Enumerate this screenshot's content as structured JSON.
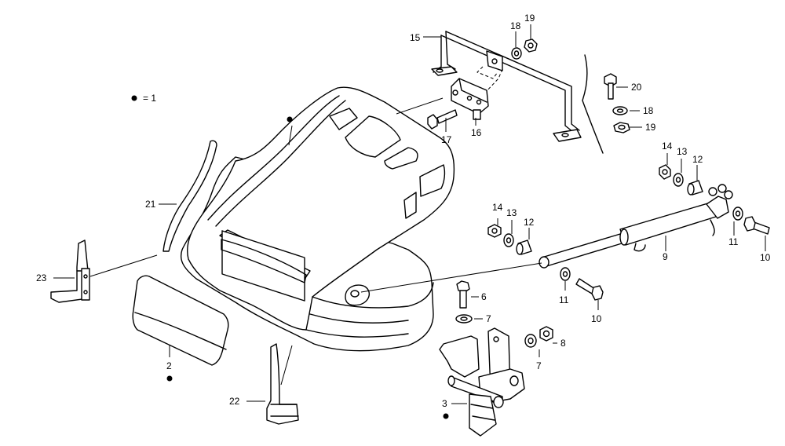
{
  "legend": {
    "marker": "●",
    "text": "= 1"
  },
  "callouts": [
    {
      "id": "2",
      "text": "2"
    },
    {
      "id": "3",
      "text": "3"
    },
    {
      "id": "6",
      "text": "6"
    },
    {
      "id": "7a",
      "text": "7"
    },
    {
      "id": "7b",
      "text": "7"
    },
    {
      "id": "8",
      "text": "8"
    },
    {
      "id": "9",
      "text": "9"
    },
    {
      "id": "10a",
      "text": "10"
    },
    {
      "id": "10b",
      "text": "10"
    },
    {
      "id": "11a",
      "text": "11"
    },
    {
      "id": "11b",
      "text": "11"
    },
    {
      "id": "12a",
      "text": "12"
    },
    {
      "id": "12b",
      "text": "12"
    },
    {
      "id": "13a",
      "text": "13"
    },
    {
      "id": "13b",
      "text": "13"
    },
    {
      "id": "14a",
      "text": "14"
    },
    {
      "id": "14b",
      "text": "14"
    },
    {
      "id": "15",
      "text": "15"
    },
    {
      "id": "16",
      "text": "16"
    },
    {
      "id": "17",
      "text": "17"
    },
    {
      "id": "18a",
      "text": "18"
    },
    {
      "id": "18b",
      "text": "18"
    },
    {
      "id": "19a",
      "text": "19"
    },
    {
      "id": "19b",
      "text": "19"
    },
    {
      "id": "20",
      "text": "20"
    },
    {
      "id": "21",
      "text": "21"
    },
    {
      "id": "22",
      "text": "22"
    },
    {
      "id": "23",
      "text": "23"
    }
  ]
}
